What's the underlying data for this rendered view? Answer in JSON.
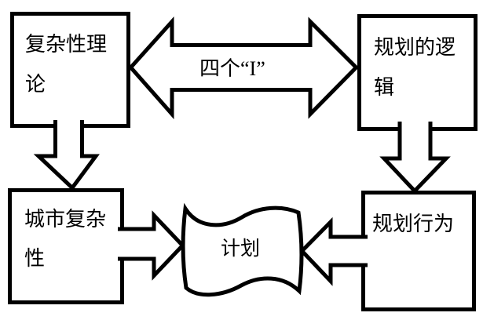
{
  "diagram": {
    "type": "flow-diagram",
    "background_color": "#ffffff",
    "stroke_color": "#000000",
    "text_color": "#000000"
  },
  "boxes": {
    "top_left": {
      "text": "复杂性理论",
      "line1": "复杂性理",
      "line2": "论"
    },
    "top_right": {
      "text": "规划的逻辑",
      "line1": "规划的逻",
      "line2": "辑"
    },
    "bottom_left": {
      "text": "城市复杂性",
      "line1": "城市复杂",
      "line2": "性"
    },
    "bottom_right": {
      "text": "规划行为",
      "line1": "规划行为"
    }
  },
  "connectors": {
    "four_i_label": "四个“I”",
    "plan_label": "计划",
    "double_arrow": "between 复杂性理论 and 规划的逻辑",
    "down_arrow_left": "复杂性理论 → 城市复杂性",
    "down_arrow_right": "规划的逻辑 → 规划行为",
    "right_arrow": "城市复杂性 → 计划",
    "left_arrow": "规划行为 → 计划"
  }
}
